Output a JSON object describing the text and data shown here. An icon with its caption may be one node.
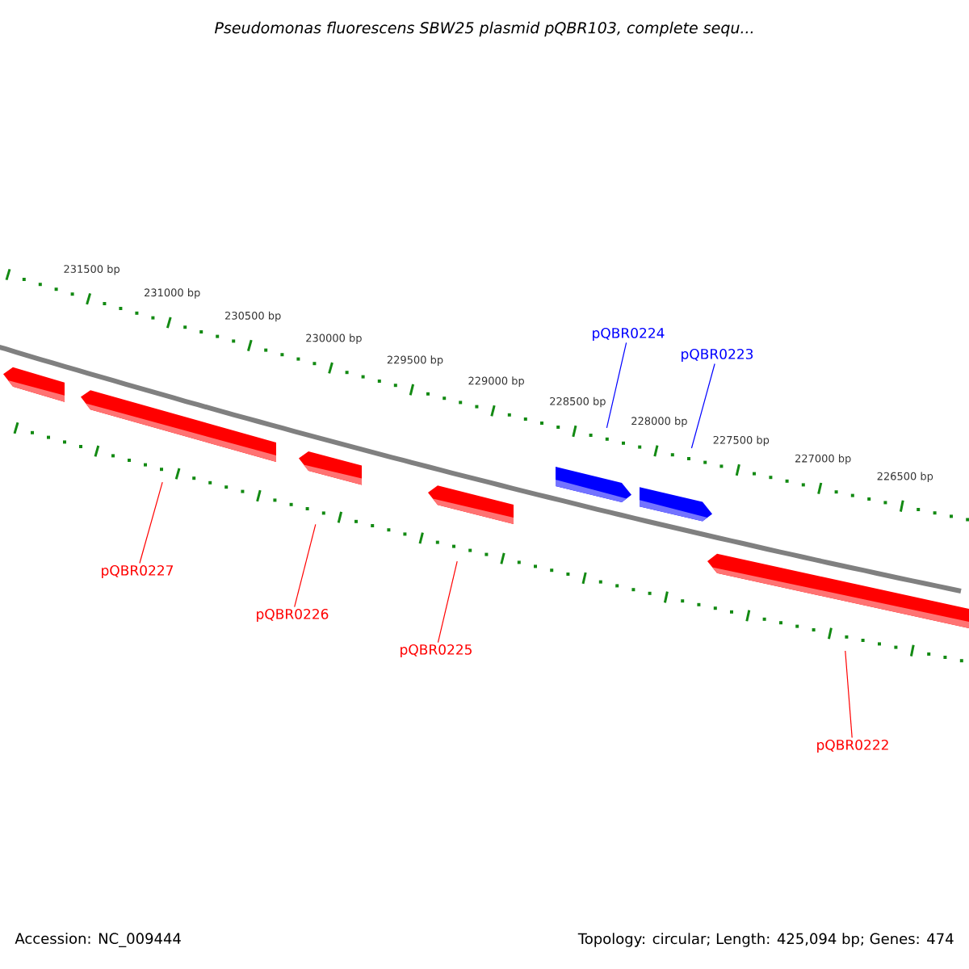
{
  "diagram": {
    "title": "Pseudomonas fluorescens SBW25 plasmid pQBR103, complete sequ...",
    "nodes": [
      {
        "text": [],
        "shape": "bar"
      },
      {
        "text": [],
        "shape": "bar"
      },
      {
        "text": [],
        "shape": "bar"
      },
      {
        "text": [],
        "shape": "bar"
      },
      {
        "text": [],
        "shape": "bar"
      },
      {
        "text": [],
        "shape": "bar"
      },
      {
        "text": [],
        "shape": "bar"
      },
      {
        "text": [
          "pQBR0224"
        ]
      },
      {
        "text": [
          "pQBR0223"
        ]
      },
      {
        "text": [
          "pQBR0227"
        ]
      },
      {
        "text": [
          "pQBR0226"
        ]
      },
      {
        "text": [
          "pQBR0225"
        ]
      },
      {
        "text": [
          "pQBR0222"
        ]
      }
    ],
    "edges": [
      {
        "from": 7,
        "to": 4,
        "arrow": "none",
        "color": "#0000ff"
      },
      {
        "from": 8,
        "to": 5,
        "arrow": "none",
        "color": "#0000ff"
      },
      {
        "from": 9,
        "to": 1,
        "arrow": "none"
      },
      {
        "from": 10,
        "to": 2,
        "arrow": "none"
      },
      {
        "from": 11,
        "to": 3,
        "arrow": "none"
      },
      {
        "from": 12,
        "to": 6,
        "arrow": "none"
      }
    ],
    "labels": [
      "231500 bp",
      "231000 bp",
      "230500 bp",
      "230000 bp",
      "229500 bp",
      "229000 bp",
      "228500 bp",
      "228000 bp",
      "227500 bp",
      "227000 bp",
      "226500 bp",
      "Accession: NC_009444",
      "Topology: circular; Length: 425,094 bp; Genes: 474"
    ]
  }
}
